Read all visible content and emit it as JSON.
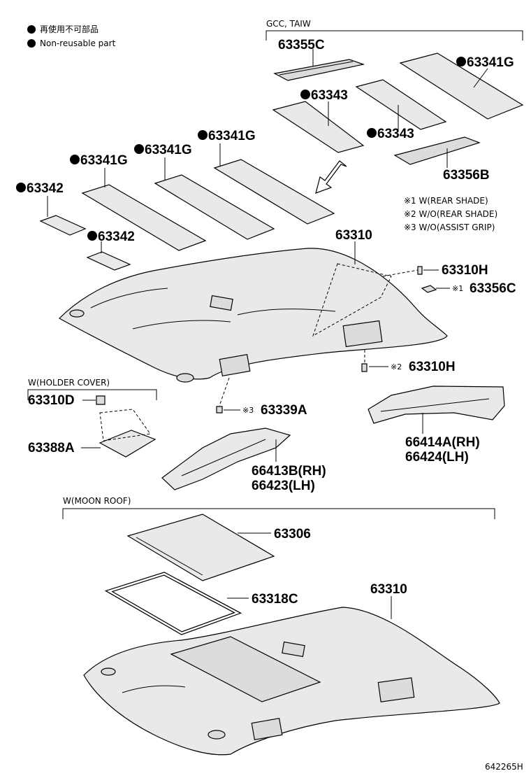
{
  "legend": {
    "japanese": "再使用不可部品",
    "english": "Non-reusable part"
  },
  "groups": {
    "gcc_taiw": "GCC, TAIW",
    "holder_cover": "W(HOLDER COVER)",
    "moon_roof": "W(MOON ROOF)"
  },
  "notes": {
    "n1": "※1 W(REAR SHADE)",
    "n2": "※2 W/O(REAR SHADE)",
    "n3": "※3 W/O(ASSIST GRIP)"
  },
  "parts": {
    "p63355C": "63355C",
    "p63341G_a": "63341G",
    "p63343_a": "63343",
    "p63343_b": "63343",
    "p63356B": "63356B",
    "p63341G_b": "63341G",
    "p63341G_c": "63341G",
    "p63341G_d": "63341G",
    "p63342_a": "63342",
    "p63342_b": "63342",
    "p63310_a": "63310",
    "p63310H_a": "63310H",
    "p63356C": "63356C",
    "p63310H_b": "63310H",
    "p63310D": "63310D",
    "p63388A": "63388A",
    "p63339A": "63339A",
    "p66414A": "66414A(RH)",
    "p66424": "66424(LH)",
    "p66413B": "66413B(RH)",
    "p66423": "66423(LH)",
    "p63306": "63306",
    "p63318C": "63318C",
    "p63310_b": "63310"
  },
  "symbols": {
    "s1": "※1",
    "s2": "※2",
    "s3": "※3"
  },
  "drawing_code": "642265H",
  "colors": {
    "ink": "#000000",
    "fill": "#e9e9e9",
    "background": "#ffffff"
  }
}
